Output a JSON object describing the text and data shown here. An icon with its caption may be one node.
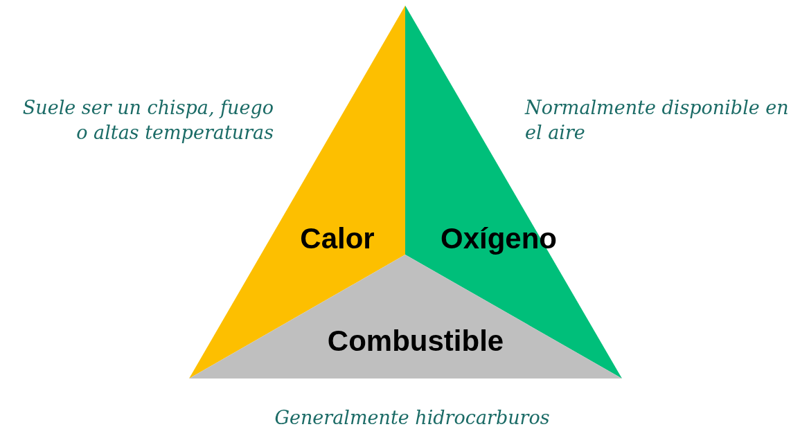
{
  "diagram": {
    "nodes": [
      {
        "text": [
          "Calor"
        ],
        "beside": [
          "Suele ser un chispa, fuego o altas temperaturas"
        ]
      },
      {
        "text": [
          "Oxígeno"
        ],
        "beside": [
          "Normalmente disponible en el aire"
        ]
      },
      {
        "text": [
          "Combustible"
        ],
        "beside": [
          "Generalmente hidrocarburos"
        ]
      }
    ]
  }
}
